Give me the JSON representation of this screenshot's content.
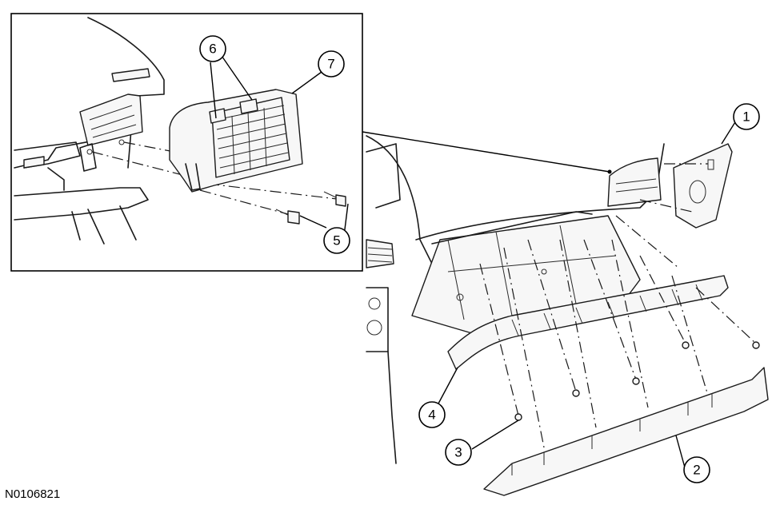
{
  "figure_id": "N0106821",
  "callouts": [
    {
      "id": "c1",
      "label": "1"
    },
    {
      "id": "c2",
      "label": "2"
    },
    {
      "id": "c3",
      "label": "3"
    },
    {
      "id": "c4",
      "label": "4"
    },
    {
      "id": "c5",
      "label": "5"
    },
    {
      "id": "c6",
      "label": "6"
    },
    {
      "id": "c7",
      "label": "7"
    }
  ],
  "colors": {
    "ink": "#1a1a1a",
    "background": "#ffffff",
    "panel_fill": "#f7f7f7"
  }
}
